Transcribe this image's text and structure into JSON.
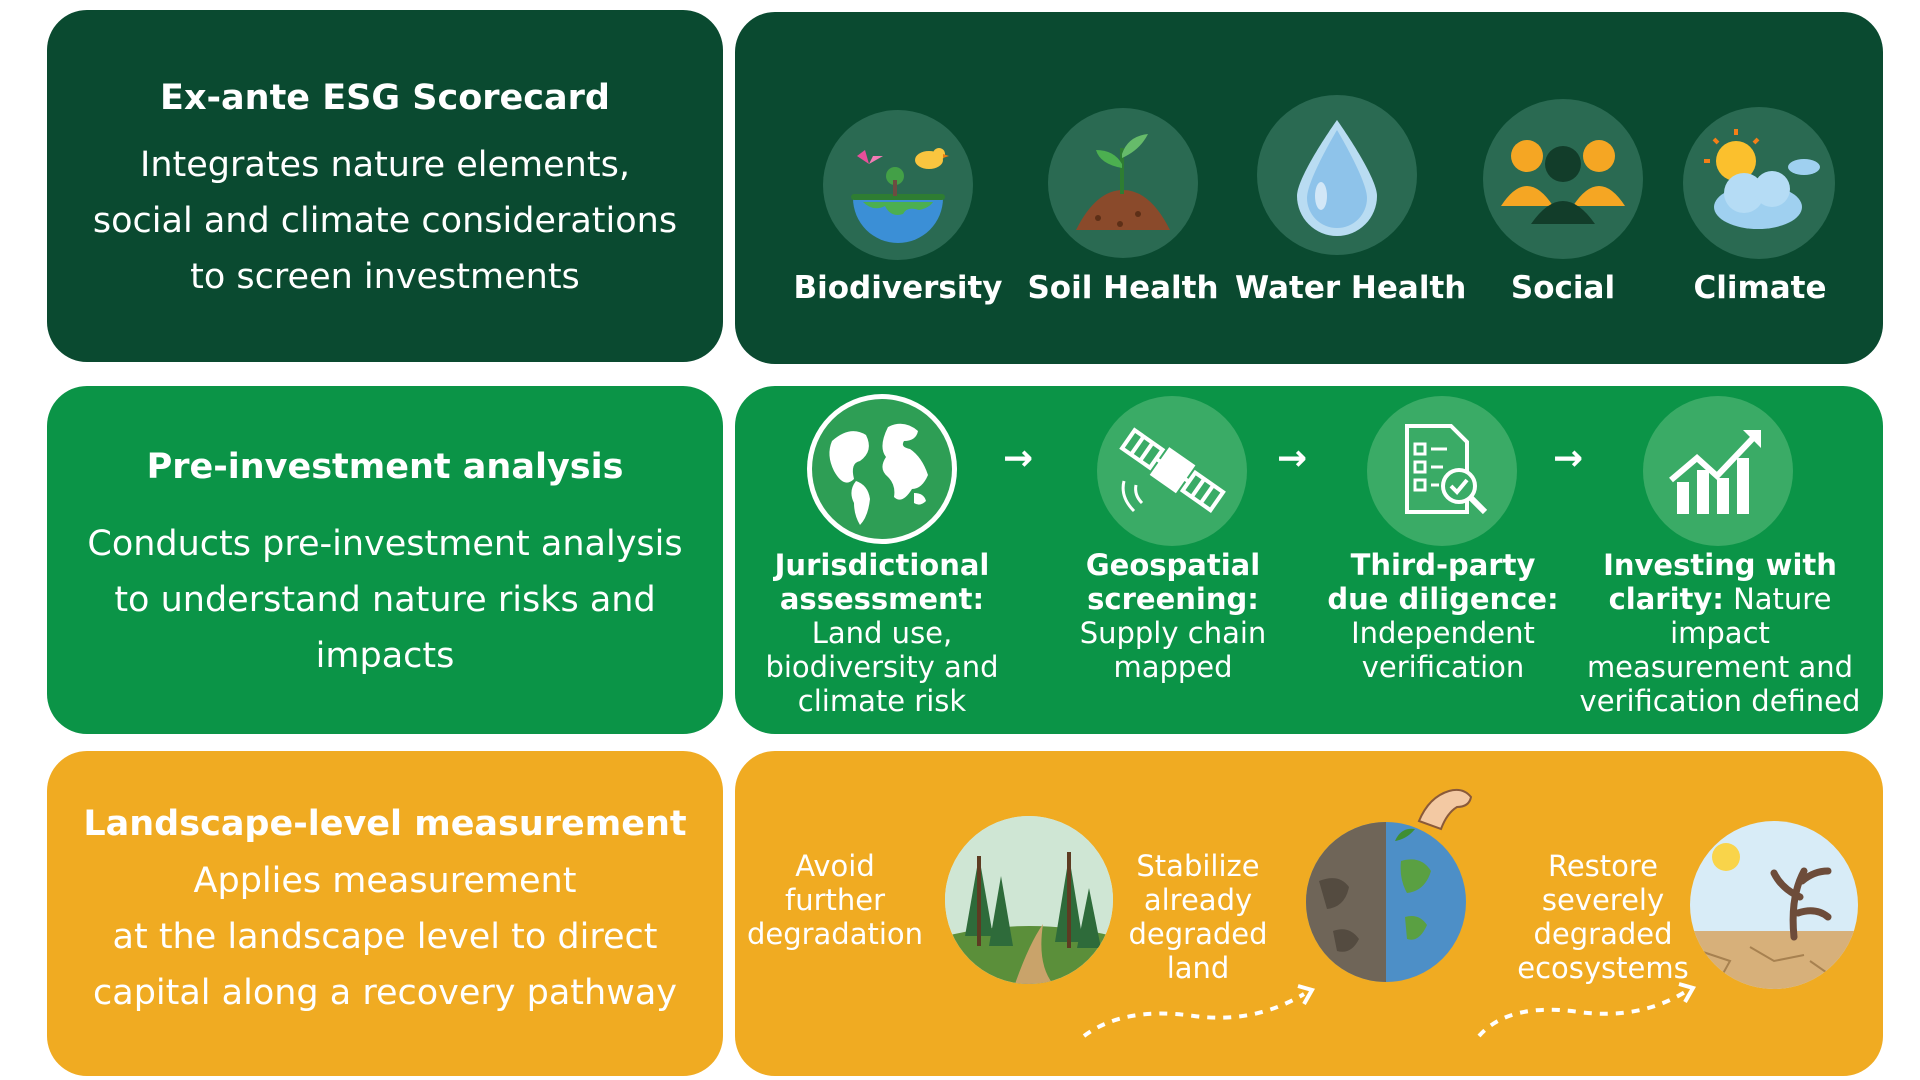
{
  "row1": {
    "title": "Ex-ante ESG Scorecard",
    "body": [
      "Integrates nature elements,",
      "social and climate considerations",
      "to screen investments"
    ],
    "pillars": [
      {
        "label": "Biodiversity",
        "icon": "biodiversity-icon"
      },
      {
        "label": "Soil Health",
        "icon": "seedling-icon"
      },
      {
        "label": "Water Health",
        "icon": "water-drop-icon"
      },
      {
        "label": "Social",
        "icon": "people-icon"
      },
      {
        "label": "Climate",
        "icon": "sun-cloud-icon"
      }
    ]
  },
  "row2": {
    "title": "Pre-investment analysis",
    "body": [
      "Conducts pre-investment analysis",
      "to understand nature risks and",
      "impacts"
    ],
    "steps": [
      {
        "bold": "Jurisdictional assessment:",
        "text": "Land use, biodiversity and climate risk",
        "icon": "globe-icon"
      },
      {
        "bold": "Geospatial screening:",
        "text": "Supply chain mapped",
        "icon": "satellite-icon"
      },
      {
        "bold": "Third-party due diligence:",
        "text": "Independent verification",
        "icon": "checklist-magnifier-icon"
      },
      {
        "bold": "Investing with clarity:",
        "text": "Nature impact measurement and verification defined",
        "icon": "growth-chart-icon"
      }
    ],
    "arrow_glyph": "→"
  },
  "row3": {
    "title": "Landscape-level measurement",
    "body": [
      "Applies measurement",
      "at the landscape level to direct",
      "capital along a recovery pathway"
    ],
    "stages": [
      {
        "text": "Avoid further degradation",
        "icon": "forest-icon"
      },
      {
        "text": "Stabilize already degraded land",
        "icon": "earth-hand-icon"
      },
      {
        "text": "Restore severely degraded ecosystems",
        "icon": "dry-tree-icon"
      }
    ]
  },
  "colors": {
    "dark_green": "#0a4a30",
    "mid_green": "#0b9447",
    "gold": "#f0ab22"
  }
}
